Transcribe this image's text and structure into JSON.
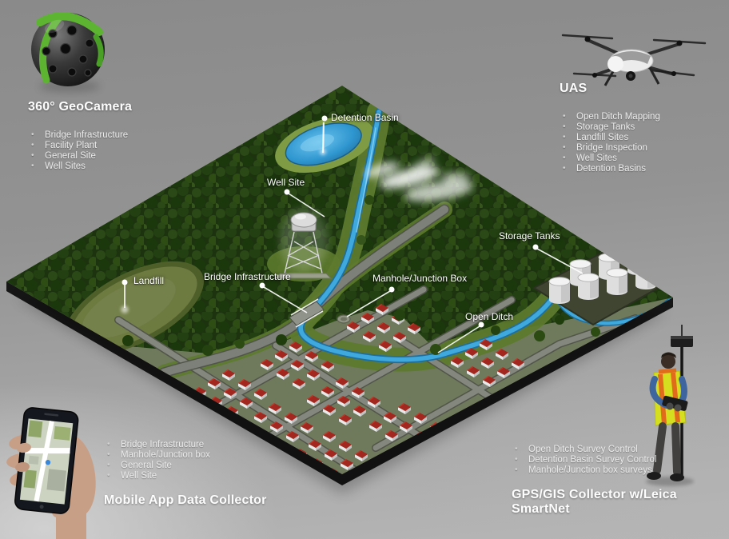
{
  "sections": {
    "geocamera": {
      "title": "360° GeoCamera",
      "items": [
        "Bridge Infrastructure",
        "Facility Plant",
        "General Site",
        "Well Sites"
      ]
    },
    "uas": {
      "title": "UAS",
      "items": [
        "Open Ditch Mapping",
        "Storage Tanks",
        "Landfill Sites",
        "Bridge Inspection",
        "Well Sites",
        "Detention Basins"
      ]
    },
    "mobile": {
      "title": "Mobile App Data Collector",
      "items": [
        "Bridge Infrastructure",
        "Manhole/Junction box",
        "General Site",
        "Well Site"
      ]
    },
    "gps": {
      "title": "GPS/GIS Collector w/Leica SmartNet",
      "items": [
        "Open Ditch Survey Control",
        "Detention Basin Survey Control",
        "Manhole/Junction box surveys"
      ]
    }
  },
  "map": {
    "callouts": [
      {
        "id": "detention-basin",
        "label": "Detention Basin"
      },
      {
        "id": "well-site",
        "label": "Well Site"
      },
      {
        "id": "storage-tanks",
        "label": "Storage Tanks"
      },
      {
        "id": "landfill",
        "label": "Landfill"
      },
      {
        "id": "bridge-infrastructure",
        "label": "Bridge Infrastructure"
      },
      {
        "id": "manhole-junction-box",
        "label": "Manhole/Junction Box"
      },
      {
        "id": "open-ditch",
        "label": "Open Ditch"
      }
    ]
  },
  "icons": {
    "geocamera": "360-camera-sphere-icon",
    "uas": "quadcopter-drone-icon",
    "mobile": "hand-holding-phone-icon",
    "gps": "surveyor-with-gnss-pole-icon"
  },
  "colors": {
    "label_text": "#ffffff",
    "camera_band_green": "#5cb431",
    "hi_vis_yellow": "#d6df1f",
    "river_blue": "#3fa9de",
    "roof_red": "#9b2318",
    "forest_green": "#1d330f",
    "background_top": "#8a8a8a",
    "background_bottom": "#b6b6b6"
  }
}
